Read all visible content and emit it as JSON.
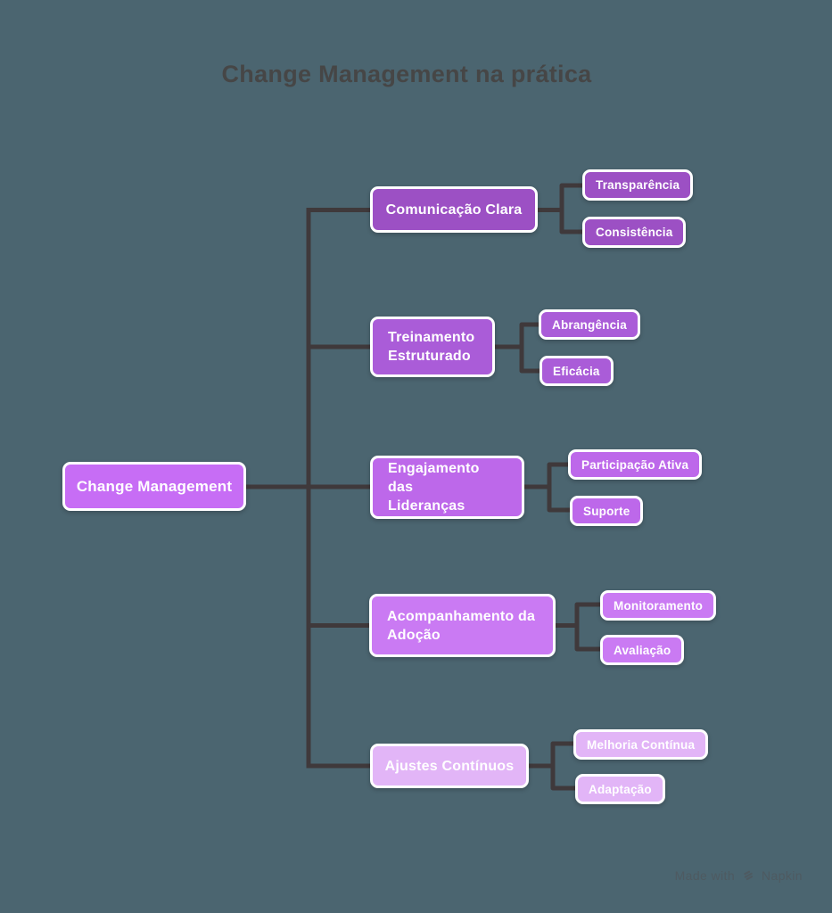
{
  "title": "Change Management na prática",
  "root": {
    "label": "Change Management"
  },
  "branches": [
    {
      "label": "Comunicação Clara",
      "children": [
        "Transparência",
        "Consistência"
      ]
    },
    {
      "label": "Treinamento\nEstruturado",
      "children": [
        "Abrangência",
        "Eficácia"
      ]
    },
    {
      "label": "Engajamento das\nLideranças",
      "children": [
        "Participação Ativa",
        "Suporte"
      ]
    },
    {
      "label": "Acompanhamento da\nAdoção",
      "children": [
        "Monitoramento",
        "Avaliação"
      ]
    },
    {
      "label": "Ajustes Contínuos",
      "children": [
        "Melhoria Contínua",
        "Adaptação"
      ]
    }
  ],
  "watermark": {
    "made_with": "Made with",
    "brand": "Napkin"
  },
  "colors": {
    "background": "#4b6570",
    "connector": "#3f393b",
    "title_text": "#464646",
    "node_text": "#ffffff",
    "node_border": "#ffffff",
    "root_fill": "#c76df5",
    "branch_fills": [
      "#9c50c4",
      "#aa5cd8",
      "#bd68ea",
      "#ca7af3",
      "#e2b5f7"
    ],
    "watermark_text": "#4e5a61"
  }
}
